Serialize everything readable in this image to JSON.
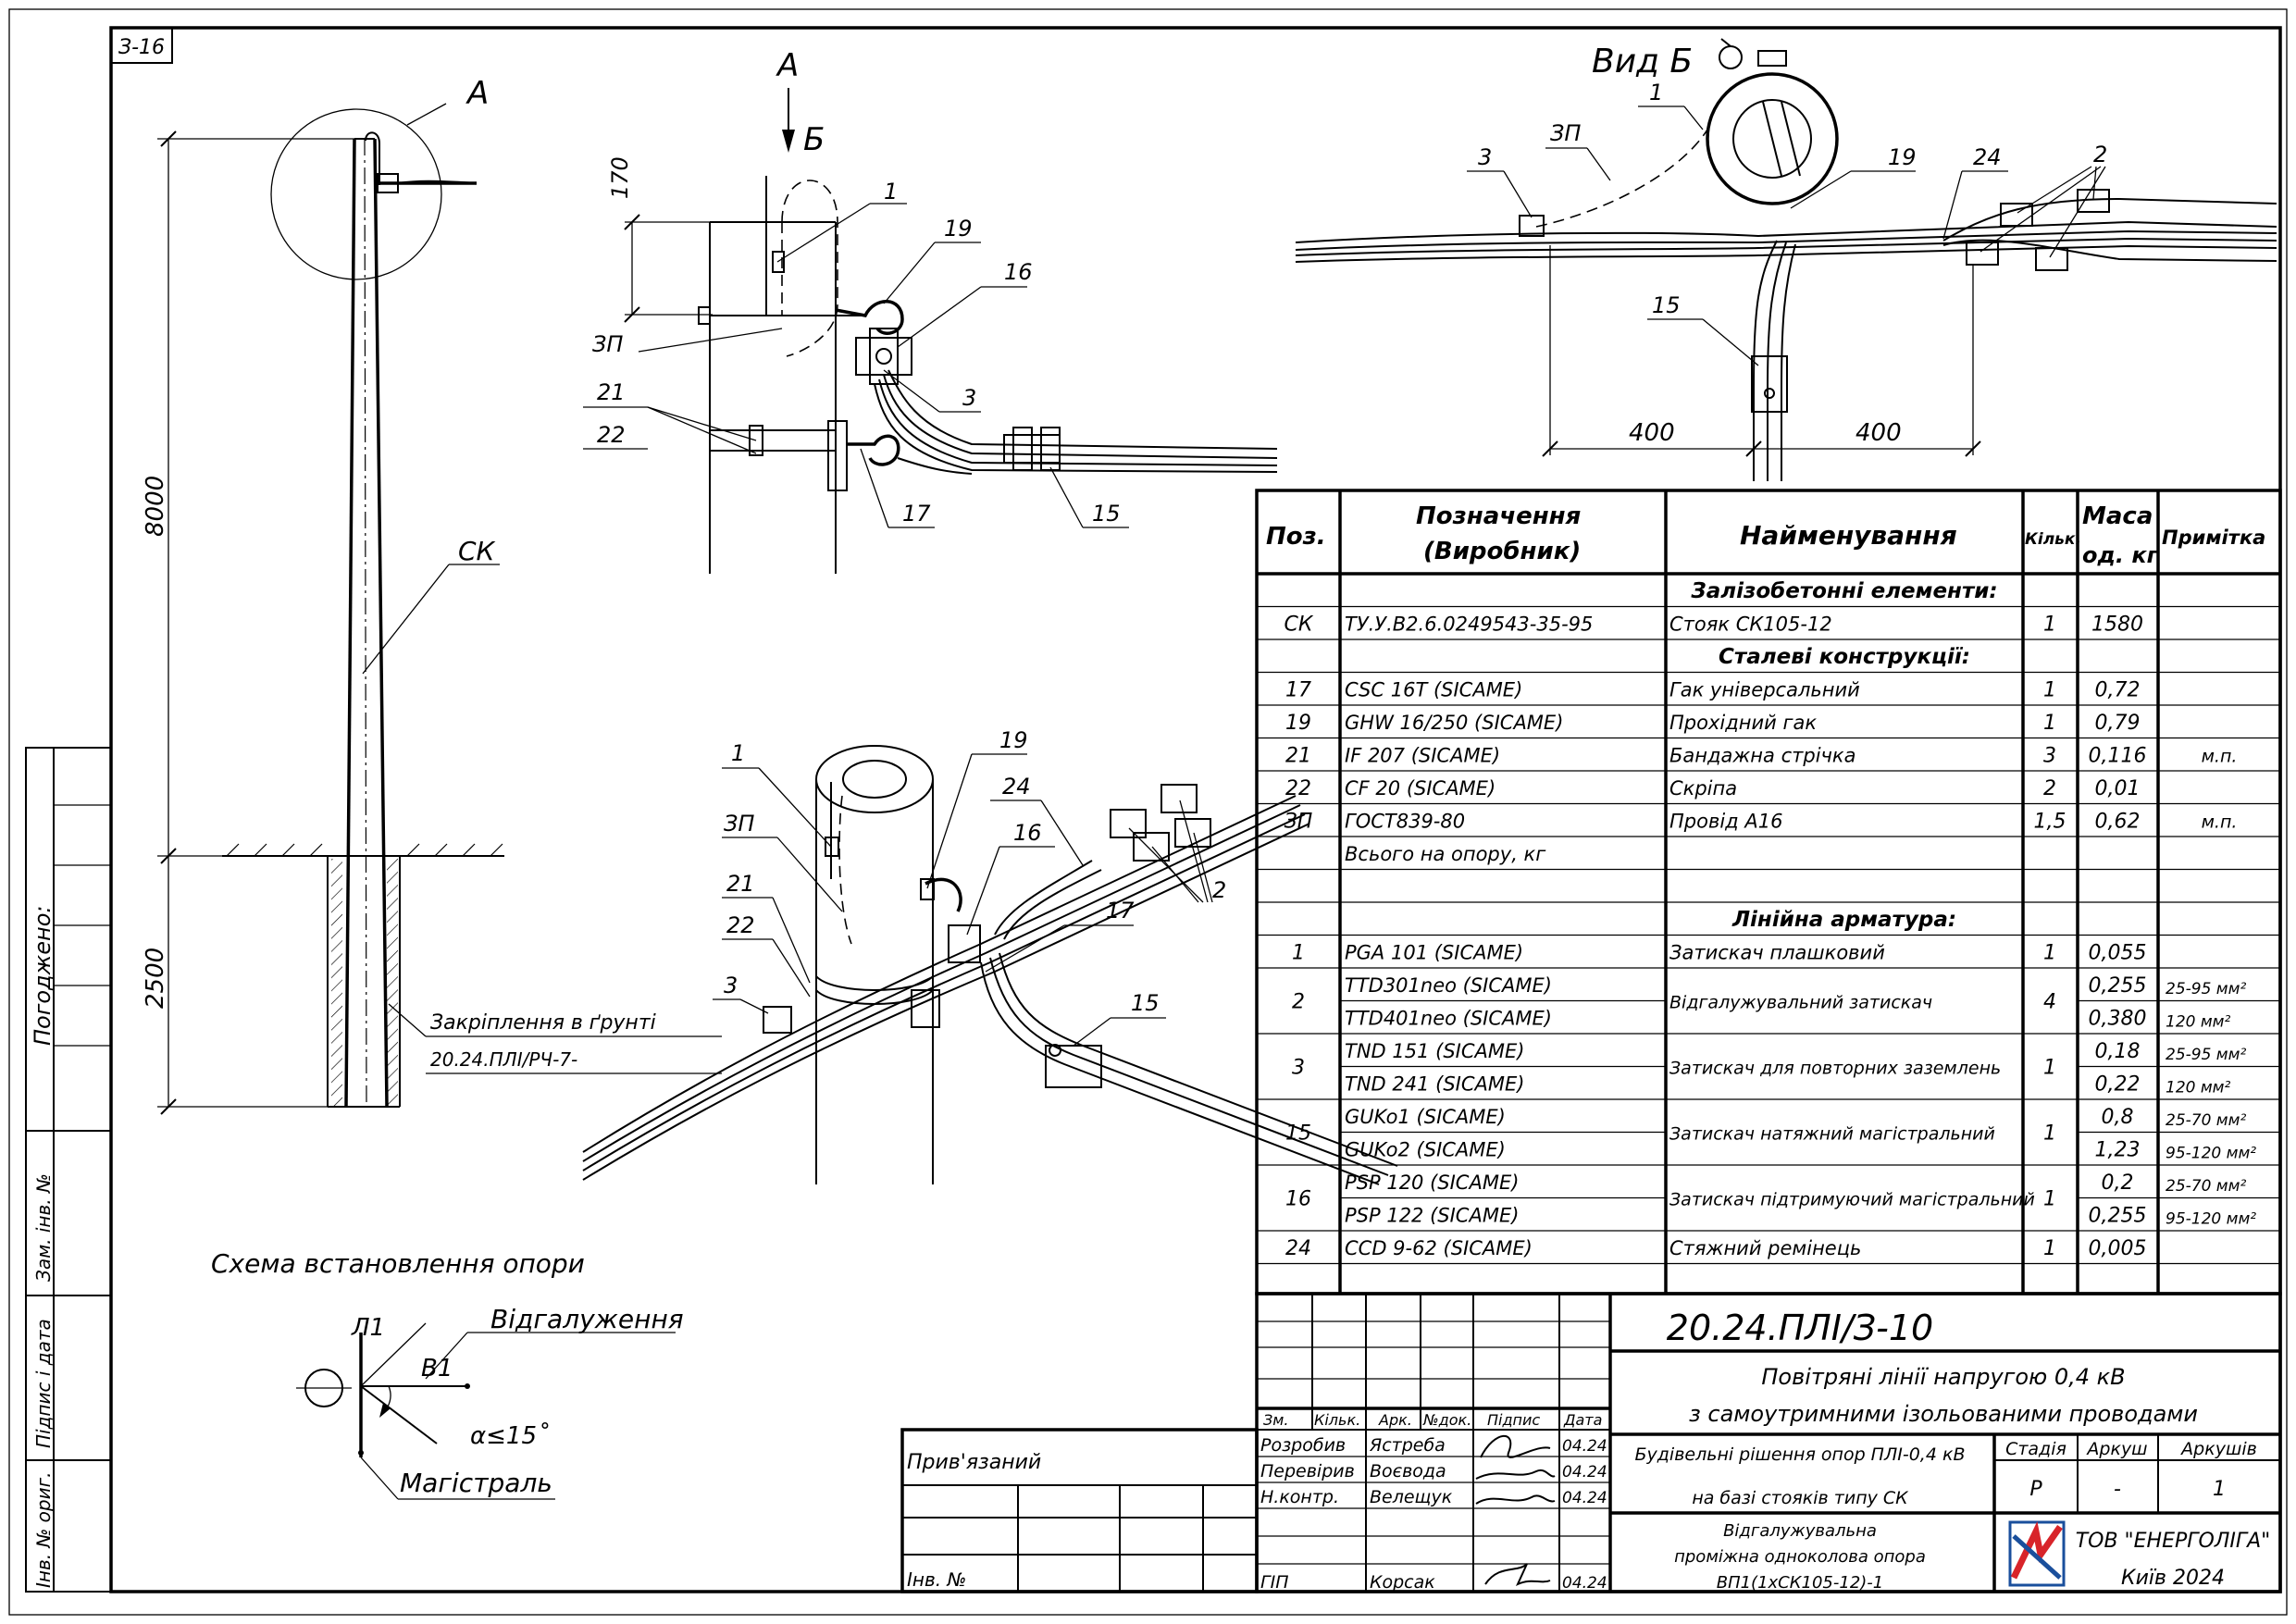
{
  "sheet_number": "З-16",
  "left_strip": {
    "agreed": "Погоджено:",
    "inv_replace": "Зам. інв. №",
    "sign_date": "Підпис і дата",
    "inv_orig": "Інв. № ориг."
  },
  "pole_view": {
    "view_label": "А",
    "dim_height": "8000",
    "dim_depth": "2500",
    "pole_code": "СК",
    "ground_fixing": "Закріплення в ґрунті",
    "ground_doc": "20.24.ПЛІ/РЧ-7-"
  },
  "detail_side": {
    "arrow_a": "А",
    "arrow_b": "Б",
    "dim_170": "170",
    "labels": [
      "1",
      "19",
      "16",
      "ЗП",
      "3",
      "21",
      "22",
      "17",
      "15"
    ]
  },
  "view_b": {
    "title": "Вид Б",
    "dim_left": "400",
    "dim_right": "400",
    "labels": [
      "1",
      "ЗП",
      "3",
      "19",
      "24",
      "2",
      "15"
    ]
  },
  "iso": {
    "labels": [
      "1",
      "19",
      "ЗП",
      "24",
      "16",
      "2",
      "21",
      "22",
      "17",
      "3",
      "15"
    ]
  },
  "scheme": {
    "title": "Схема встановлення опори",
    "l1": "Л1",
    "b1": "В1",
    "branch": "Відгалуження",
    "angle": "α≤15˚",
    "main": "Магістраль"
  },
  "spec": {
    "headers": [
      "Поз.",
      "Позначення",
      "(Виробник)",
      "Найменування",
      "Кільк.",
      "Маса",
      "од. кг",
      "Примітка"
    ],
    "rows": [
      {
        "section": "Залізобетонні елементи:"
      },
      {
        "pos": "СК",
        "code": "ТУ.У.В2.6.0249543-35-95",
        "name": "Стояк СК105-12",
        "qty": "1",
        "mass": "1580",
        "note": ""
      },
      {
        "section": "Сталеві конструкції:"
      },
      {
        "pos": "17",
        "code": "CSC 16T (SICAME)",
        "name": "Гак універсальний",
        "qty": "1",
        "mass": "0,72",
        "note": ""
      },
      {
        "pos": "19",
        "code": "GHW 16/250 (SICAME)",
        "name": "Прохідний гак",
        "qty": "1",
        "mass": "0,79",
        "note": ""
      },
      {
        "pos": "21",
        "code": "IF 207 (SICAME)",
        "name": "Бандажна стрічка",
        "qty": "3",
        "mass": "0,116",
        "note": "м.п."
      },
      {
        "pos": "22",
        "code": "CF 20 (SICAME)",
        "name": "Скріпа",
        "qty": "2",
        "mass": "0,01",
        "note": ""
      },
      {
        "pos": "ЗП",
        "code": "ГОСТ839-80",
        "name": "Провід А16",
        "qty": "1,5",
        "mass": "0,62",
        "note": "м.п."
      },
      {
        "pos": "",
        "code": "Всього на опору, кг",
        "name": "",
        "qty": "",
        "mass": "",
        "note": ""
      },
      {
        "pos": "",
        "code": "",
        "name": "",
        "qty": "",
        "mass": "",
        "note": ""
      },
      {
        "section": "Лінійна арматура:"
      },
      {
        "pos": "1",
        "code": "PGA 101 (SICAME)",
        "name": "Затискач плашковий",
        "qty": "1",
        "mass": "0,055",
        "note": ""
      },
      {
        "pos": "2",
        "code": "TTD301neo (SICAME)",
        "code2": "TTD401neo (SICAME)",
        "name": "Відгалужувальний затискач",
        "qty": "4",
        "mass": "0,255",
        "mass2": "0,380",
        "note": "25-95 мм²",
        "note2": "120 мм²"
      },
      {
        "pos": "3",
        "code": "TND 151 (SICAME)",
        "code2": "TND 241 (SICAME)",
        "name": "Затискач для повторних заземлень",
        "qty": "1",
        "mass": "0,18",
        "mass2": "0,22",
        "note": "25-95 мм²",
        "note2": "120 мм²"
      },
      {
        "pos": "15",
        "code": "GUKo1 (SICAME)",
        "code2": "GUKo2 (SICAME)",
        "name": "Затискач натяжний магістральний",
        "qty": "1",
        "mass": "0,8",
        "mass2": "1,23",
        "note": "25-70 мм²",
        "note2": "95-120 мм²"
      },
      {
        "pos": "16",
        "code": "PSP 120 (SICAME)",
        "code2": "PSP 122 (SICAME)",
        "name": "Затискач підтримуючий магістральний",
        "qty": "1",
        "mass": "0,2",
        "mass2": "0,255",
        "note": "25-70 мм²",
        "note2": "95-120 мм²"
      },
      {
        "pos": "24",
        "code": "CCD 9-62 (SICAME)",
        "name": "Стяжний ремінець",
        "qty": "1",
        "mass": "0,005",
        "note": ""
      }
    ]
  },
  "stamp": {
    "doc_code": "20.24.ПЛІ/З-10",
    "title_line1": "Повітряні лінії напругою 0,4 кВ",
    "title_line2": "з самоутримними ізольованими проводами",
    "sub_line1": "Будівельні рішення опор ПЛІ-0,4 кВ",
    "sub_line2": "на базі стояків типу СК",
    "col_heads": [
      "Зм.",
      "Кільк.",
      "Арк.",
      "№док.",
      "Підпис",
      "Дата"
    ],
    "people": [
      {
        "role": "Розробив",
        "name": "Ястреба",
        "date": "04.24"
      },
      {
        "role": "Перевірив",
        "name": "Воєвода",
        "date": "04.24"
      },
      {
        "role": "Н.контр.",
        "name": "Велещук",
        "date": "04.24"
      },
      {
        "role": "ГІП",
        "name": "Корсак",
        "date": "04.24"
      }
    ],
    "stage_head": "Стадія",
    "sheet_head": "Аркуш",
    "sheets_head": "Аркушів",
    "stage": "Р",
    "sheet": "-",
    "sheets": "1",
    "desc1": "Відгалужувальна",
    "desc2": "проміжна одноколова опора",
    "desc3": "ВП1(1хСК105-12)-1",
    "company": "ТОВ \"ЕНЕРГОЛІГА\"",
    "city": "Київ 2024",
    "tied": "Прив'язаний",
    "inv": "Інв. №"
  }
}
